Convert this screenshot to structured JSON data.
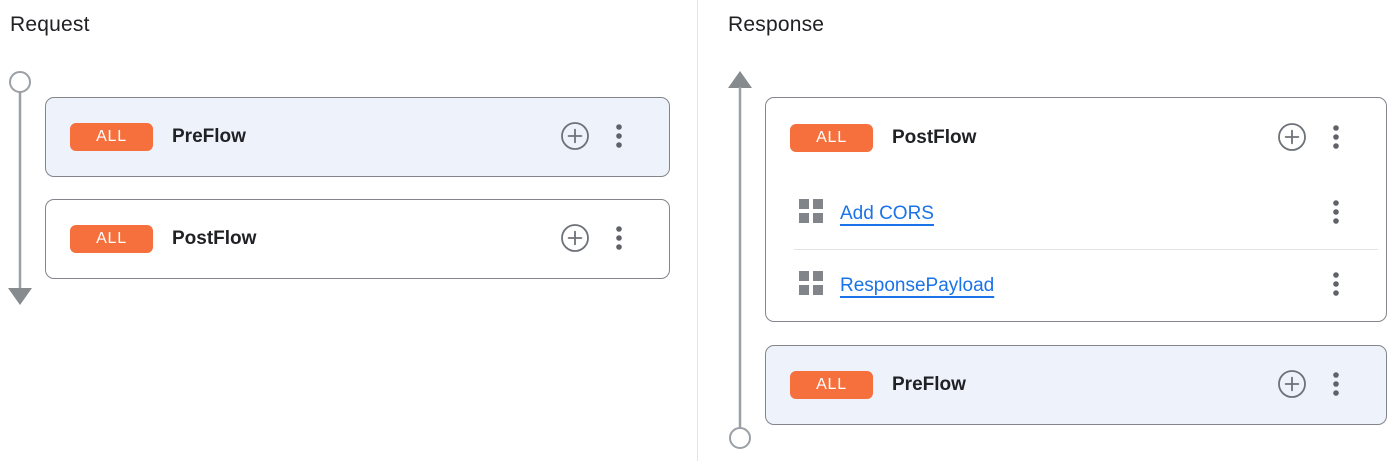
{
  "request": {
    "title": "Request",
    "flows": [
      {
        "badge": "ALL",
        "label": "PreFlow",
        "highlighted": true,
        "policies": []
      },
      {
        "badge": "ALL",
        "label": "PostFlow",
        "highlighted": false,
        "policies": []
      }
    ]
  },
  "response": {
    "title": "Response",
    "flows": [
      {
        "badge": "ALL",
        "label": "PostFlow",
        "highlighted": false,
        "policies": [
          {
            "name": "Add CORS"
          },
          {
            "name": "ResponsePayload"
          }
        ]
      },
      {
        "badge": "ALL",
        "label": "PreFlow",
        "highlighted": true,
        "policies": []
      }
    ]
  },
  "icons": {
    "add_policy": "plus-in-circle",
    "more_options": "vertical-kebab-dots",
    "drag_handle": "four-squares-grid",
    "request_timeline": "circle-start-with-down-arrow",
    "response_timeline": "up-arrow-with-circle-end"
  },
  "colors": {
    "badge_orange": "#f6703e",
    "highlight_card_bg": "#eef2fb",
    "card_border": "#82868c",
    "link_blue": "#1a73e8",
    "timeline_gray": "#9aa0a6",
    "text_dark": "#202124"
  }
}
